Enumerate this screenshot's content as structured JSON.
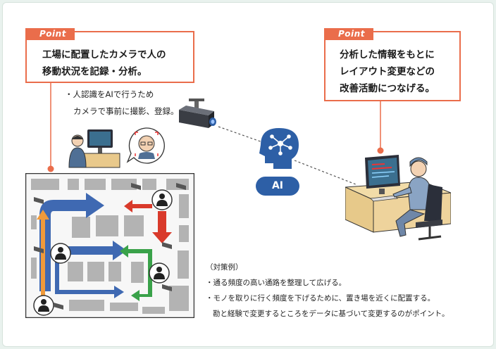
{
  "point_left": {
    "tag": "Point",
    "line1": "工場に配置したカメラで人の",
    "line2": "移動状況を記録・分析。"
  },
  "point_right": {
    "tag": "Point",
    "line1": "分析した情報をもとに",
    "line2": "レイアウト変更などの",
    "line3": "改善活動につなげる。"
  },
  "camera_note": {
    "line1": "・人認識をAIで行うため",
    "line2": "カメラで事前に撮影、登録。"
  },
  "ai_label": "AI",
  "countermeasures": {
    "heading": "（対策例）",
    "item1": "・通る頻度の高い通路を整理して広げる。",
    "item2": "・モノを取りに行く頻度を下げるために、置き場を近くに配置する。",
    "item3": "勘と経験で変更するところをデータに基づいて変更するのがポイント。"
  },
  "colors": {
    "accent": "#ea6d4b",
    "ai_blue": "#2d5fa6",
    "flow_blue": "#3f69b2",
    "flow_red": "#d93a2b",
    "flow_green": "#3aa24a",
    "flow_orange": "#f09a3a"
  },
  "icons": [
    "security-camera-icon",
    "ai-brain-icon",
    "person-icon",
    "face-recognition-icon",
    "monitor-icon",
    "office-chair-icon"
  ]
}
